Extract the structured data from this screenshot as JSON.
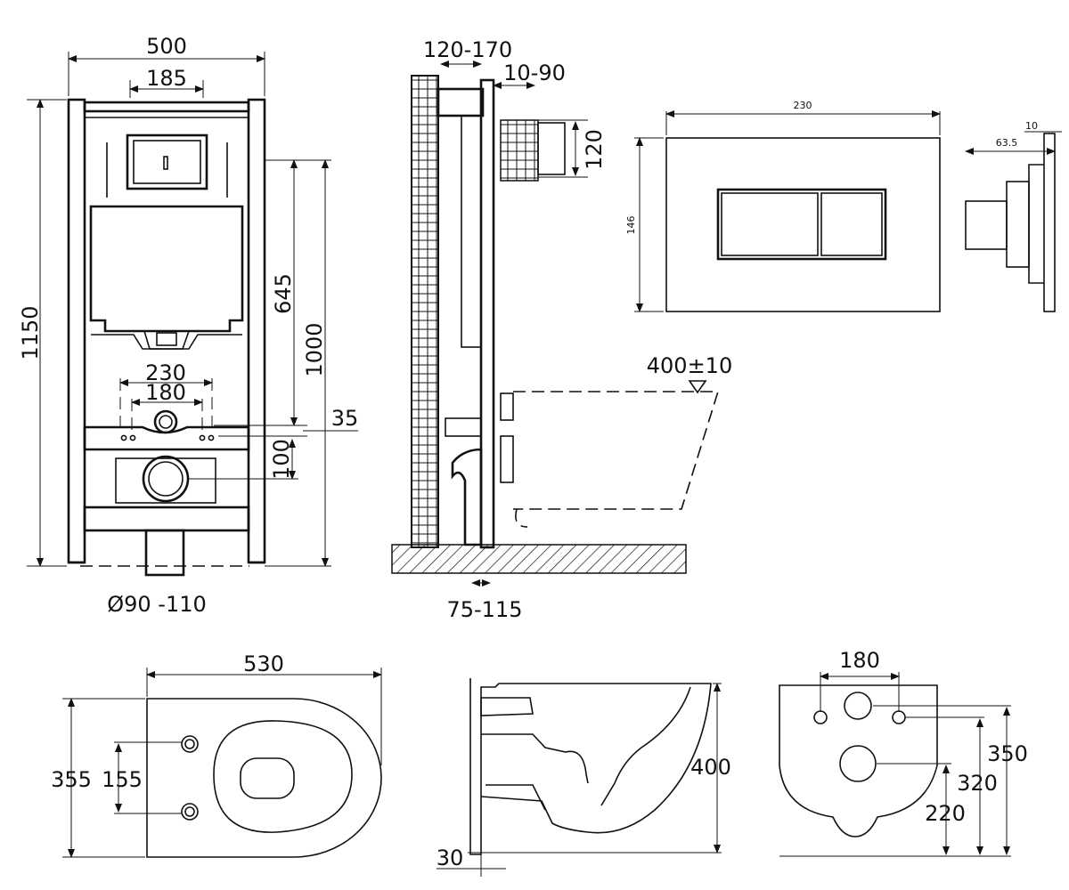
{
  "frame_front": {
    "width": "500",
    "inner_width": "185",
    "height": "1150",
    "flush_height": "645",
    "total_height": "1000",
    "bolt_outer": "230",
    "bolt_inner": "180",
    "offset": "35",
    "drain_height": "100",
    "pipe_diameter": "Ø90 -110"
  },
  "frame_side": {
    "depth": "120-170",
    "panel": "10-90",
    "panel_height": "120",
    "seat_height": "400±10",
    "floor": "75-115"
  },
  "flush_plate": {
    "width": "230",
    "height": "146",
    "depth": "63.5",
    "thickness": "10"
  },
  "bowl_top": {
    "length": "530",
    "width": "355",
    "hole_spacing": "155"
  },
  "bowl_side": {
    "height": "400",
    "gap": "30"
  },
  "bowl_back": {
    "hole_spacing": "180",
    "h1": "350",
    "h2": "320",
    "h3": "220"
  }
}
